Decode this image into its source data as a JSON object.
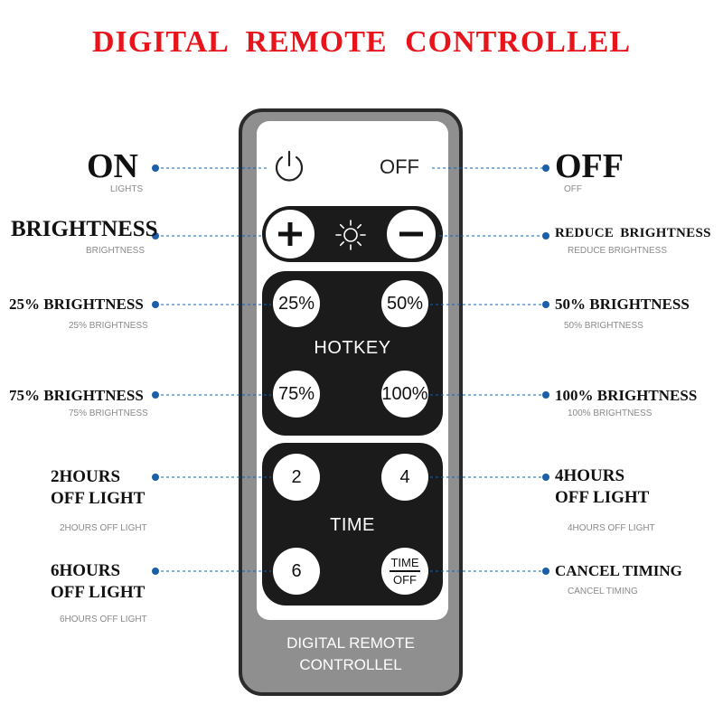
{
  "title": "DIGITAL REMOTE CONTROLLEL",
  "remote": {
    "off_label": "OFF",
    "hotkey_label": "HOTKEY",
    "time_label": "TIME",
    "footer_line1": "DIGITAL REMOTE",
    "footer_line2": "CONTROLLEL",
    "btn_25": "25%",
    "btn_50": "50%",
    "btn_75": "75%",
    "btn_100": "100%",
    "btn_2": "2",
    "btn_4": "4",
    "btn_6": "6",
    "btn_time_top": "TIME",
    "btn_time_bottom": "OFF"
  },
  "left_labels": {
    "on": "ON",
    "on_sub": "LIGHTS",
    "brightness": "BRIGHTNESS",
    "brightness_sub": "BRIGHTNESS",
    "b25": "25% BRIGHTNESS",
    "b25_sub": "25% BRIGHTNESS",
    "b75": "75% BRIGHTNESS",
    "b75_sub": "75% BRIGHTNESS",
    "h2_line1": "2HOURS",
    "h2_line2": "OFF LIGHT",
    "h2_sub": "2HOURS OFF LIGHT",
    "h6_line1": "6HOURS",
    "h6_line2": "OFF LIGHT",
    "h6_sub": "6HOURS OFF LIGHT"
  },
  "right_labels": {
    "off": "OFF",
    "off_sub": "OFF",
    "reduce": "REDUCE BRIGHTNESS",
    "reduce_sub": "REDUCE BRIGHTNESS",
    "b50": "50% BRIGHTNESS",
    "b50_sub": "50% BRIGHTNESS",
    "b100": "100% BRIGHTNESS",
    "b100_sub": "100% BRIGHTNESS",
    "h4_line1": "4HOURS",
    "h4_line2": "OFF LIGHT",
    "h4_sub": "4HOURS OFF LIGHT",
    "cancel": "CANCEL TIMING",
    "cancel_sub": "CANCEL TIMING"
  },
  "colors": {
    "title": "#e8141b",
    "connector": "#1a5fa8",
    "remote_body": "#8f8f8f",
    "button_block": "#1b1b1b"
  }
}
